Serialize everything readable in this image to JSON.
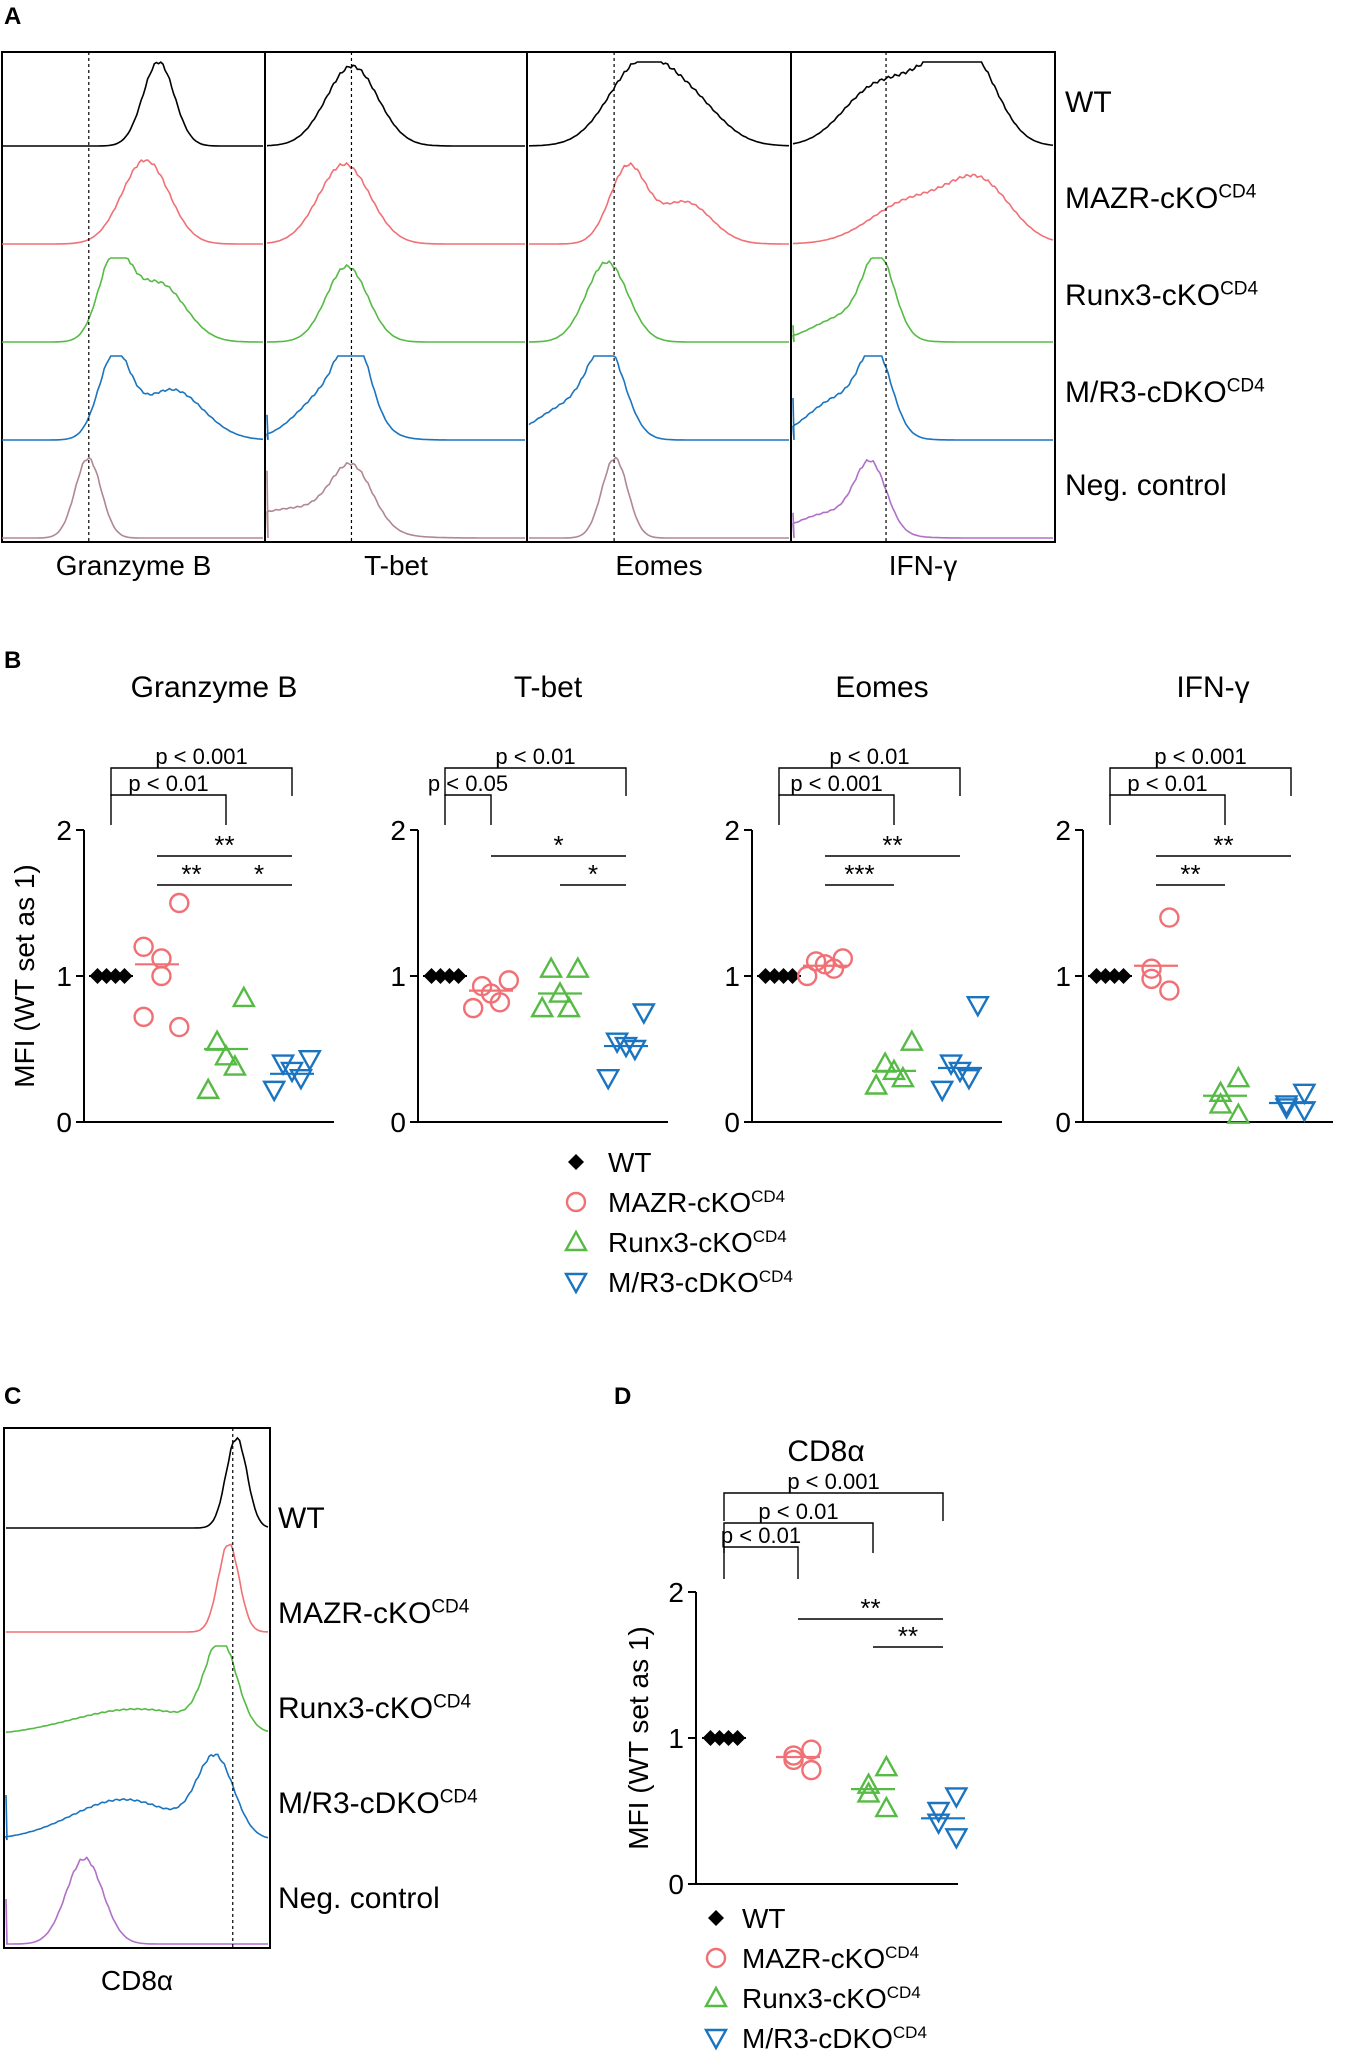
{
  "panel_labels": {
    "a": "A",
    "b": "B",
    "c": "C",
    "d": "D"
  },
  "genotypes": [
    {
      "id": "wt",
      "base": "WT",
      "sup": "",
      "marker": "diamond",
      "color": "#000000"
    },
    {
      "id": "mazr",
      "base": "MAZR-cKO",
      "sup": "CD4",
      "marker": "circle",
      "color": "#f07075"
    },
    {
      "id": "runx3",
      "base": "Runx3-cKO",
      "sup": "CD4",
      "marker": "triangle-up",
      "color": "#55bb44"
    },
    {
      "id": "mr3",
      "base": "M/R3-cDKO",
      "sup": "CD4",
      "marker": "triangle-down",
      "color": "#1a74bf"
    }
  ],
  "neg_control_label": "Neg. control",
  "hist_colors": {
    "wt": "#000000",
    "mazr": "#f07075",
    "runx3": "#55bb44",
    "mr3": "#1a74bf",
    "neg": "#b08890",
    "neg_purple": "#b070c8"
  },
  "ylabel": "MFI (WT set as 1)",
  "y_ticks": [
    "0",
    "1",
    "2"
  ],
  "chart_data": [
    {
      "type": "scatter",
      "panel": "B",
      "title": "Granzyme B",
      "ylabel": "MFI (WT set as 1)",
      "ylim": [
        0,
        2
      ],
      "series": [
        {
          "name": "WT",
          "values": [
            1,
            1,
            1,
            1
          ],
          "mean": 1.0
        },
        {
          "name": "MAZR-cKO",
          "values": [
            1.5,
            1.2,
            1.12,
            1.0,
            0.72,
            0.65
          ],
          "mean": 1.08
        },
        {
          "name": "Runx3-cKO",
          "values": [
            0.85,
            0.55,
            0.45,
            0.38,
            0.22
          ],
          "mean": 0.5
        },
        {
          "name": "M/R3-cDKO",
          "values": [
            0.43,
            0.4,
            0.35,
            0.3,
            0.22
          ],
          "mean": 0.33
        }
      ],
      "comparisons": [
        {
          "text": "p < 0.001",
          "pair": [
            0,
            3
          ],
          "row": 0
        },
        {
          "text": "p < 0.01",
          "pair": [
            0,
            2
          ],
          "row": 1
        },
        {
          "text": "**",
          "pair": [
            1,
            3
          ],
          "row": 2
        },
        {
          "text": "**",
          "pair": [
            1,
            2
          ],
          "row": 3
        },
        {
          "text": "*",
          "pair": [
            2,
            3
          ],
          "row": 3
        }
      ]
    },
    {
      "type": "scatter",
      "panel": "B",
      "title": "T-bet",
      "ylabel": "",
      "ylim": [
        0,
        2
      ],
      "series": [
        {
          "name": "WT",
          "values": [
            1,
            1,
            1,
            1
          ],
          "mean": 1.0
        },
        {
          "name": "MAZR-cKO",
          "values": [
            0.97,
            0.93,
            0.88,
            0.82,
            0.78
          ],
          "mean": 0.9
        },
        {
          "name": "Runx3-cKO",
          "values": [
            1.05,
            1.05,
            0.88,
            0.78,
            0.78
          ],
          "mean": 0.88
        },
        {
          "name": "M/R3-cDKO",
          "values": [
            0.75,
            0.55,
            0.52,
            0.5,
            0.3
          ],
          "mean": 0.52
        }
      ],
      "comparisons": [
        {
          "text": "p < 0.01",
          "pair": [
            0,
            3
          ],
          "row": 0
        },
        {
          "text": "p < 0.05",
          "pair": [
            0,
            1
          ],
          "row": 1
        },
        {
          "text": "*",
          "pair": [
            1,
            3
          ],
          "row": 2
        },
        {
          "text": "*",
          "pair": [
            2,
            3
          ],
          "row": 3
        }
      ]
    },
    {
      "type": "scatter",
      "panel": "B",
      "title": "Eomes",
      "ylabel": "",
      "ylim": [
        0,
        2
      ],
      "series": [
        {
          "name": "WT",
          "values": [
            1,
            1,
            1,
            1
          ],
          "mean": 1.0
        },
        {
          "name": "MAZR-cKO",
          "values": [
            1.12,
            1.1,
            1.08,
            1.05,
            1.0
          ],
          "mean": 1.07
        },
        {
          "name": "Runx3-cKO",
          "values": [
            0.55,
            0.4,
            0.35,
            0.3,
            0.25
          ],
          "mean": 0.35
        },
        {
          "name": "M/R3-cDKO",
          "values": [
            0.8,
            0.4,
            0.35,
            0.3,
            0.22
          ],
          "mean": 0.37
        }
      ],
      "comparisons": [
        {
          "text": "p < 0.01",
          "pair": [
            0,
            3
          ],
          "row": 0
        },
        {
          "text": "p < 0.001",
          "pair": [
            0,
            2
          ],
          "row": 1
        },
        {
          "text": "**",
          "pair": [
            1,
            3
          ],
          "row": 2
        },
        {
          "text": "***",
          "pair": [
            1,
            2
          ],
          "row": 3
        }
      ]
    },
    {
      "type": "scatter",
      "panel": "B",
      "title": "IFN-γ",
      "ylabel": "",
      "ylim": [
        0,
        2
      ],
      "series": [
        {
          "name": "WT",
          "values": [
            1,
            1,
            1,
            1
          ],
          "mean": 1.0
        },
        {
          "name": "MAZR-cKO",
          "values": [
            1.4,
            1.05,
            0.98,
            0.9
          ],
          "mean": 1.07
        },
        {
          "name": "Runx3-cKO",
          "values": [
            0.3,
            0.2,
            0.12,
            0.05
          ],
          "mean": 0.18
        },
        {
          "name": "M/R3-cDKO",
          "values": [
            0.2,
            0.12,
            0.1,
            0.08
          ],
          "mean": 0.13
        }
      ],
      "comparisons": [
        {
          "text": "p < 0.001",
          "pair": [
            0,
            3
          ],
          "row": 0
        },
        {
          "text": "p < 0.01",
          "pair": [
            0,
            2
          ],
          "row": 1
        },
        {
          "text": "**",
          "pair": [
            1,
            3
          ],
          "row": 2
        },
        {
          "text": "**",
          "pair": [
            1,
            2
          ],
          "row": 3
        }
      ]
    },
    {
      "type": "scatter",
      "panel": "D",
      "title": "CD8α",
      "ylabel": "MFI (WT set as 1)",
      "ylim": [
        0,
        2
      ],
      "series": [
        {
          "name": "WT",
          "values": [
            1,
            1,
            1,
            1
          ],
          "mean": 1.0
        },
        {
          "name": "MAZR-cKO",
          "values": [
            0.92,
            0.88,
            0.85,
            0.78
          ],
          "mean": 0.87
        },
        {
          "name": "Runx3-cKO",
          "values": [
            0.8,
            0.68,
            0.62,
            0.52
          ],
          "mean": 0.65
        },
        {
          "name": "M/R3-cDKO",
          "values": [
            0.6,
            0.5,
            0.42,
            0.32
          ],
          "mean": 0.45
        }
      ],
      "comparisons": [
        {
          "text": "p < 0.001",
          "pair": [
            0,
            3
          ],
          "row": 0
        },
        {
          "text": "p < 0.01",
          "pair": [
            0,
            2
          ],
          "row": 1
        },
        {
          "text": "p < 0.01",
          "pair": [
            0,
            1
          ],
          "row": 2
        },
        {
          "text": "**",
          "pair": [
            1,
            3
          ],
          "row": 3
        },
        {
          "text": "**",
          "pair": [
            2,
            3
          ],
          "row": 4
        }
      ]
    }
  ],
  "histograms_a": {
    "columns": [
      "Granzyme B",
      "T-bet",
      "Eomes",
      "IFN-γ"
    ],
    "rows": [
      "wt",
      "mazr",
      "runx3",
      "mr3",
      "neg"
    ]
  },
  "histograms_c": {
    "column": "CD8α",
    "rows": [
      "wt",
      "mazr",
      "runx3",
      "mr3",
      "neg"
    ]
  }
}
